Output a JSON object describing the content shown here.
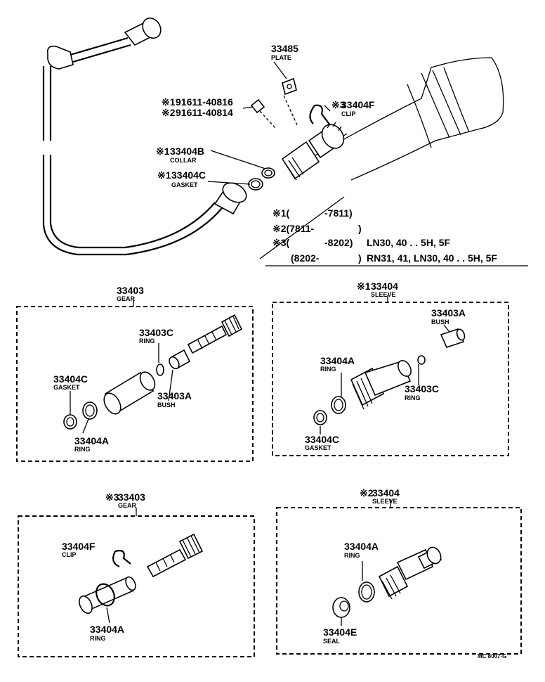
{
  "overview": {
    "plate": {
      "pn": "33485",
      "name": "PLATE"
    },
    "screw1": {
      "mark": "※1",
      "pn": "91611-40816"
    },
    "screw2": {
      "mark": "※2",
      "pn": "91611-40814"
    },
    "clip": {
      "mark": "※3",
      "pn": "33404F",
      "name": "CLIP"
    },
    "collar": {
      "mark": "※1",
      "pn": "33404B",
      "name": "COLLAR"
    },
    "gasket": {
      "mark": "※1",
      "pn": "33404C",
      "name": "GASKET"
    }
  },
  "legend": {
    "row1": {
      "mark": "※1(",
      "range": "-7811)",
      "models": ""
    },
    "row2": {
      "mark": "※2(7811-",
      "range": ")",
      "models": ""
    },
    "row3": {
      "mark": "※3(",
      "range": "-8202)",
      "models": "LN30, 40 . . 5H, 5F"
    },
    "row4": {
      "mark": "(8202-",
      "range": ")",
      "models": "RN31, 41, LN30, 40 . . 5H, 5F"
    }
  },
  "box1": {
    "title_pn": "33403",
    "title_name": "GEAR",
    "ring_c": {
      "pn": "33403C",
      "name": "RING"
    },
    "gasket": {
      "pn": "33404C",
      "name": "GASKET"
    },
    "bush": {
      "pn": "33403A",
      "name": "BUSH"
    },
    "ring_a": {
      "pn": "33404A",
      "name": "RING"
    }
  },
  "box2": {
    "title_mark": "※1",
    "title_pn": "33404",
    "title_name": "SLEEVE",
    "bush": {
      "pn": "33403A",
      "name": "BUSH"
    },
    "ring_a": {
      "pn": "33404A",
      "name": "RING"
    },
    "ring_c": {
      "pn": "33403C",
      "name": "RING"
    },
    "gasket": {
      "pn": "33404C",
      "name": "GASKET"
    }
  },
  "box3": {
    "title_mark": "※3",
    "title_pn": "33403",
    "title_name": "GEAR",
    "clip": {
      "pn": "33404F",
      "name": "CLIP"
    },
    "ring_a": {
      "pn": "33404A",
      "name": "RING"
    }
  },
  "box4": {
    "title_mark": "※2",
    "title_pn": "33404",
    "title_name": "SLEEVE",
    "ring_a": {
      "pn": "33404A",
      "name": "RING"
    },
    "seal": {
      "pn": "33404E",
      "name": "SEAL"
    }
  },
  "footer": {
    "code": "MC 8007-G"
  }
}
